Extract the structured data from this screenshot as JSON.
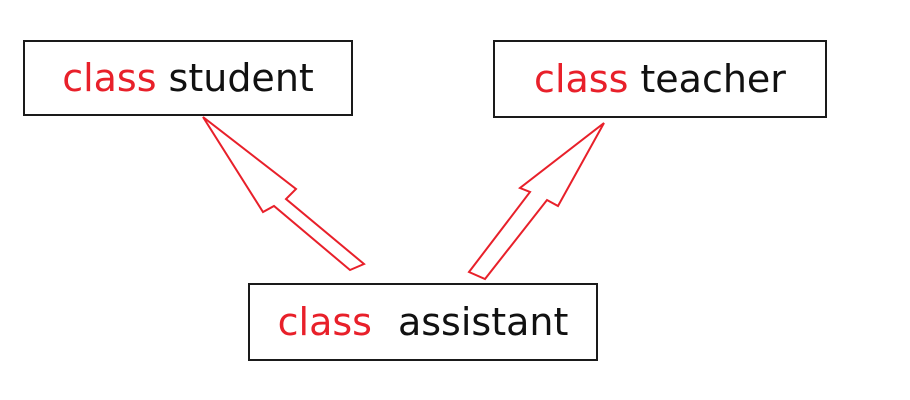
{
  "classes": {
    "student": {
      "keyword": "class",
      "name": "student"
    },
    "teacher": {
      "keyword": "class",
      "name": "teacher"
    },
    "assistant": {
      "keyword": "class",
      "name": "assistant"
    }
  },
  "colors": {
    "keyword": "#e8202a",
    "name": "#111111",
    "arrow": "#e8202a",
    "border": "#1a1a1a"
  },
  "relations": [
    {
      "from": "assistant",
      "to": "student",
      "type": "inheritance-arrow"
    },
    {
      "from": "assistant",
      "to": "teacher",
      "type": "inheritance-arrow"
    }
  ]
}
